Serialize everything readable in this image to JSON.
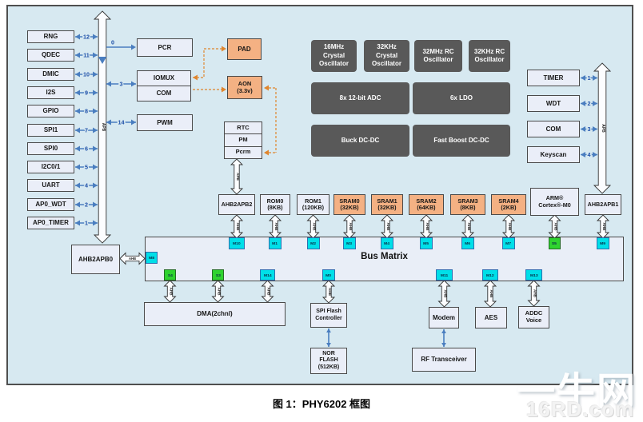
{
  "caption": "图 1：PHY6202 框图",
  "watermark": {
    "brand": "一牛网",
    "domain": "16RD.com"
  },
  "colors": {
    "canvas": "#d7e9f1",
    "light_block": "#eaeef8",
    "orange_block": "#f4b183",
    "dark_block": "#595959",
    "cyan_port": "#00dfe8",
    "green_port": "#2fd32f",
    "arrow_blue": "#4a7ec0",
    "dashed_orange": "#e0862e"
  },
  "left_peripherals": [
    {
      "label": "RNG",
      "num": "12"
    },
    {
      "label": "QDEC",
      "num": "11"
    },
    {
      "label": "DMIC",
      "num": "10"
    },
    {
      "label": "I2S",
      "num": "9"
    },
    {
      "label": "GPIO",
      "num": "8"
    },
    {
      "label": "SPI1",
      "num": "7"
    },
    {
      "label": "SPI0",
      "num": "6"
    },
    {
      "label": "I2C0/1",
      "num": "5"
    },
    {
      "label": "UART",
      "num": "4"
    },
    {
      "label": "AP0_WDT",
      "num": "2"
    },
    {
      "label": "AP0_TIMER",
      "num": "1"
    }
  ],
  "buses": {
    "left_label": "APB",
    "right_label": "APB"
  },
  "clock_blocks": {
    "pcr": "PCR",
    "iomux": "IOMUX",
    "com": "COM",
    "pwm": "PWM"
  },
  "branch_nums": {
    "pcr": "0",
    "iomux": "3",
    "pwm": "14"
  },
  "analog": {
    "pad": "PAD",
    "aon": [
      "AON",
      "(3.3v)"
    ],
    "rtc": "RTC",
    "pm": "PM",
    "pcrm": "Pcrm"
  },
  "power_clock_blocks": [
    {
      "lines": [
        "16MHz",
        "Crystal",
        "Oscillator"
      ]
    },
    {
      "lines": [
        "32KHz",
        "Crystal",
        "Oscillator"
      ]
    },
    {
      "lines": [
        "32MHz RC",
        "Oscillator"
      ]
    },
    {
      "lines": [
        "32KHz RC",
        "Oscillator"
      ]
    },
    {
      "lines": [
        "8x 12-bit ADC"
      ]
    },
    {
      "lines": [
        "6x LDO"
      ]
    },
    {
      "lines": [
        "Buck DC-DC"
      ]
    },
    {
      "lines": [
        "Fast Boost DC-DC"
      ]
    }
  ],
  "right_peripherals": [
    {
      "label": "TIMER",
      "num": "1"
    },
    {
      "label": "WDT",
      "num": "2"
    },
    {
      "label": "COM",
      "num": "3"
    },
    {
      "label": "Keyscan",
      "num": "4"
    }
  ],
  "memory_row": [
    {
      "lines": [
        "AHB2APB2"
      ],
      "kind": "bridge"
    },
    {
      "lines": [
        "ROM0",
        "(8KB)"
      ],
      "kind": "rom"
    },
    {
      "lines": [
        "ROM1",
        "(120KB)"
      ],
      "kind": "rom"
    },
    {
      "lines": [
        "SRAM0",
        "(32KB)"
      ],
      "kind": "sram"
    },
    {
      "lines": [
        "SRAM1",
        "(32KB)"
      ],
      "kind": "sram"
    },
    {
      "lines": [
        "SRAM2",
        "(64KB)"
      ],
      "kind": "sram"
    },
    {
      "lines": [
        "SRAM3",
        "(8KB)"
      ],
      "kind": "sram"
    },
    {
      "lines": [
        "SRAM4",
        "(2KB)"
      ],
      "kind": "sram"
    },
    {
      "lines": [
        "ARM®",
        "Cortex®-M0"
      ],
      "kind": "cpu"
    },
    {
      "lines": [
        "AHB2APB1"
      ],
      "kind": "bridge"
    }
  ],
  "bus_matrix": {
    "label": "Bus Matrix",
    "top_ports": [
      "M10",
      "M1",
      "M2",
      "M3",
      "M4",
      "M5",
      "M6",
      "M7",
      "S5",
      "M9"
    ],
    "left_port": "M8",
    "bottom_ports": [
      "S4",
      "S3",
      "M14",
      "M0",
      "M11",
      "M12",
      "M13"
    ]
  },
  "connector_labels": {
    "ahb": "AHB",
    "apb": "APB"
  },
  "bridges": {
    "ahb2apb0": "AHB2APB0"
  },
  "bottom_blocks": {
    "dma": [
      "DMA(2chnl)"
    ],
    "spi_flash": [
      "SPI Flash",
      "Controller"
    ],
    "nor_flash": [
      "NOR",
      "FLASH",
      "(512KB)"
    ],
    "modem": [
      "Modem"
    ],
    "aes": [
      "AES"
    ],
    "addc": [
      "ADDC",
      "Voice"
    ],
    "rf": [
      "RF Transceiver"
    ]
  }
}
